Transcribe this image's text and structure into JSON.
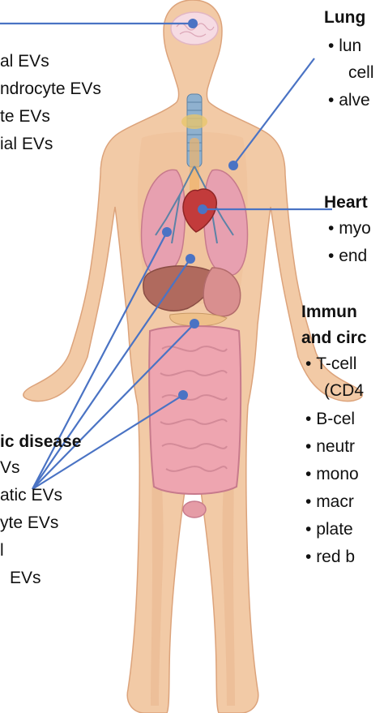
{
  "figure": {
    "colors": {
      "skin": "#f2caa6",
      "skin_shadow": "#e8b48c",
      "skin_outline": "#dca37b",
      "lung": "#e7a0b0",
      "liver": "#b06a5e",
      "intestine": "#eea5b0",
      "brain": "#f6dbe3",
      "leader_line": "#4a73c4",
      "dot": "#4a73c4"
    }
  },
  "left_block_top": {
    "lines": [
      "al EVs",
      "ndrocyte EVs",
      "te EVs",
      "ial EVs"
    ]
  },
  "lung": {
    "heading": "Lung",
    "items": [
      "lun",
      "cell",
      "alve"
    ]
  },
  "heart": {
    "heading": "Heart",
    "items": [
      "myo",
      "end"
    ]
  },
  "immune": {
    "heading_line1": "Immun",
    "heading_line2": "and circ",
    "items": [
      "T-cell",
      "(CD4",
      "B-cel",
      "neutr",
      "mono",
      "macr",
      "plate",
      "red b"
    ]
  },
  "metabolic": {
    "heading": "ic disease",
    "lines": [
      "Vs",
      "atic EVs",
      "yte EVs",
      "l",
      "EVs"
    ]
  }
}
